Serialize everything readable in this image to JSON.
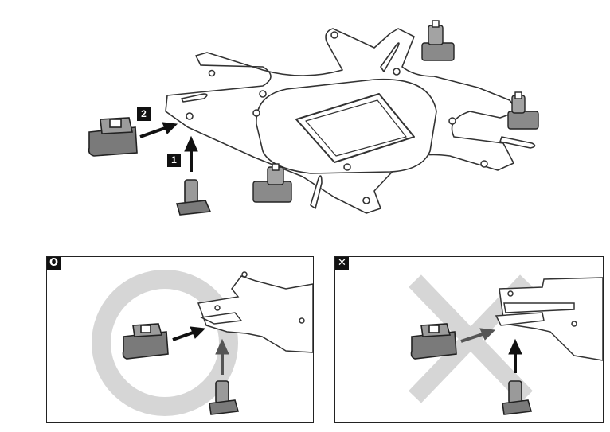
{
  "steps": {
    "step1_label": "1",
    "step2_label": "2"
  },
  "panels": {
    "correct": {
      "marker": "O",
      "icon": "circle-correct-icon"
    },
    "incorrect": {
      "marker": "✕",
      "icon": "cross-incorrect-icon"
    }
  },
  "colors": {
    "stroke": "#333333",
    "part_fill": "#6e6e6e",
    "part_light": "#bdbdbd",
    "watermark": "#d9d9d9"
  }
}
